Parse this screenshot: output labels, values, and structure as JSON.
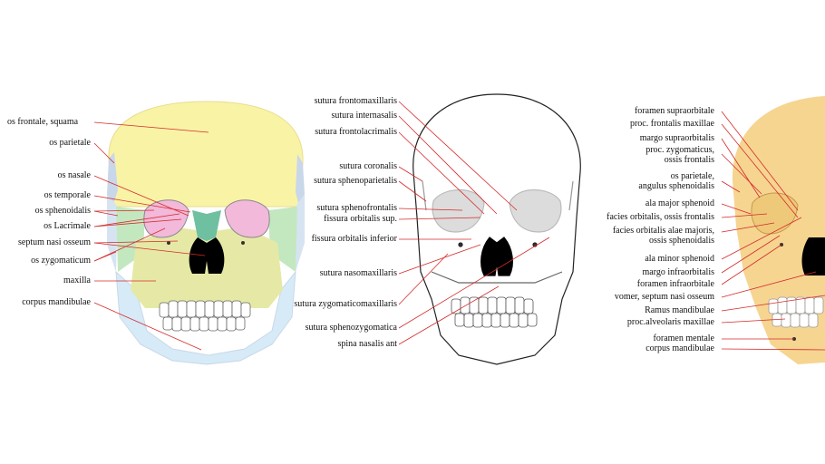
{
  "diagram": {
    "panel_left": {
      "labels": [
        "os frontale,  squama",
        "os parietale",
        "os nasale",
        "os temporale",
        "os sphenoidalis",
        "os Lacrimale",
        "septum nasi osseum",
        "os  zygomaticum",
        "maxilla",
        "corpus mandibulae"
      ]
    },
    "panel_middle": {
      "labels": [
        "sutura frontomaxillaris",
        "sutura internasalis",
        "sutura frontolacrimalis",
        "sutura coronalis",
        "sutura sphenoparietalis",
        "sutura sphenofrontalis",
        "fissura orbitalis sup.",
        "fissura orbitalis inferior",
        "sutura nasomaxillaris",
        "sutura zygomaticomaxillaris",
        "sutura sphenozygomatica",
        "spina nasalis ant"
      ]
    },
    "panel_right": {
      "labels": [
        "foramen supraorbitale",
        "proc. frontalis maxillae",
        "margo supraorbitalis",
        "proc. zygomaticus,\nossis frontalis",
        "os parietale,\nangulus sphenoidalis",
        "ala major sphenoid",
        "facies orbitalis, ossis frontalis",
        "facies orbitalis alae majoris,\nossis sphenoidalis",
        "ala minor sphenoid",
        "margo infraorbitalis",
        "foramen infraorbitale",
        "vomer,  septum nasi osseum",
        "Ramus mandibulae",
        "proc.alveolaris maxillae",
        "foramen mentale",
        "corpus mandibulae"
      ]
    },
    "colors": {
      "frontal": "#f9f3a6",
      "parietal": "#c9d7ea",
      "temporal": "#d6e4f2",
      "sphenoid": "#f2b9da",
      "zygomatic": "#c3e8c0",
      "maxilla": "#e6e9a6",
      "mandible": "#d6eaf7",
      "nasal": "#6fc0a0",
      "skull_gold": "#f6d591",
      "leader_line": "#d62a2a"
    }
  }
}
